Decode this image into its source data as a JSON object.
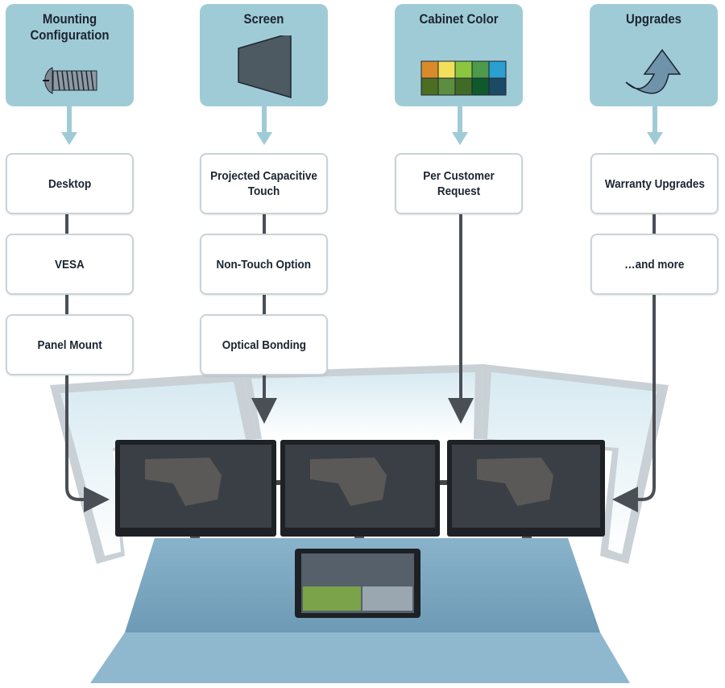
{
  "columns": [
    {
      "title": "Mounting Configuration",
      "icon": "screw-icon",
      "options": [
        "Desktop",
        "VESA",
        "Panel Mount"
      ]
    },
    {
      "title": "Screen",
      "icon": "screen-icon",
      "options": [
        "Projected Capacitive Touch",
        "Non-Touch Option",
        "Optical Bonding"
      ]
    },
    {
      "title": "Cabinet Color",
      "icon": "color-swatch-icon",
      "options": [
        "Per Customer Request"
      ]
    },
    {
      "title": "Upgrades",
      "icon": "upgrade-arrow-icon",
      "options": [
        "Warranty Upgrades",
        "…and more"
      ]
    }
  ],
  "colors": {
    "header_bg": "#9fcbd6",
    "connector": "#9fcbd6",
    "line": "#4a4f55",
    "swatches_top": [
      "#d98a2b",
      "#f2e05a",
      "#8cc63e",
      "#4c9a4a",
      "#2a9fd0"
    ],
    "swatches_bottom": [
      "#4d6e22",
      "#5d8d3e",
      "#3f6a28",
      "#0e5a2c",
      "#1c4a66"
    ]
  }
}
